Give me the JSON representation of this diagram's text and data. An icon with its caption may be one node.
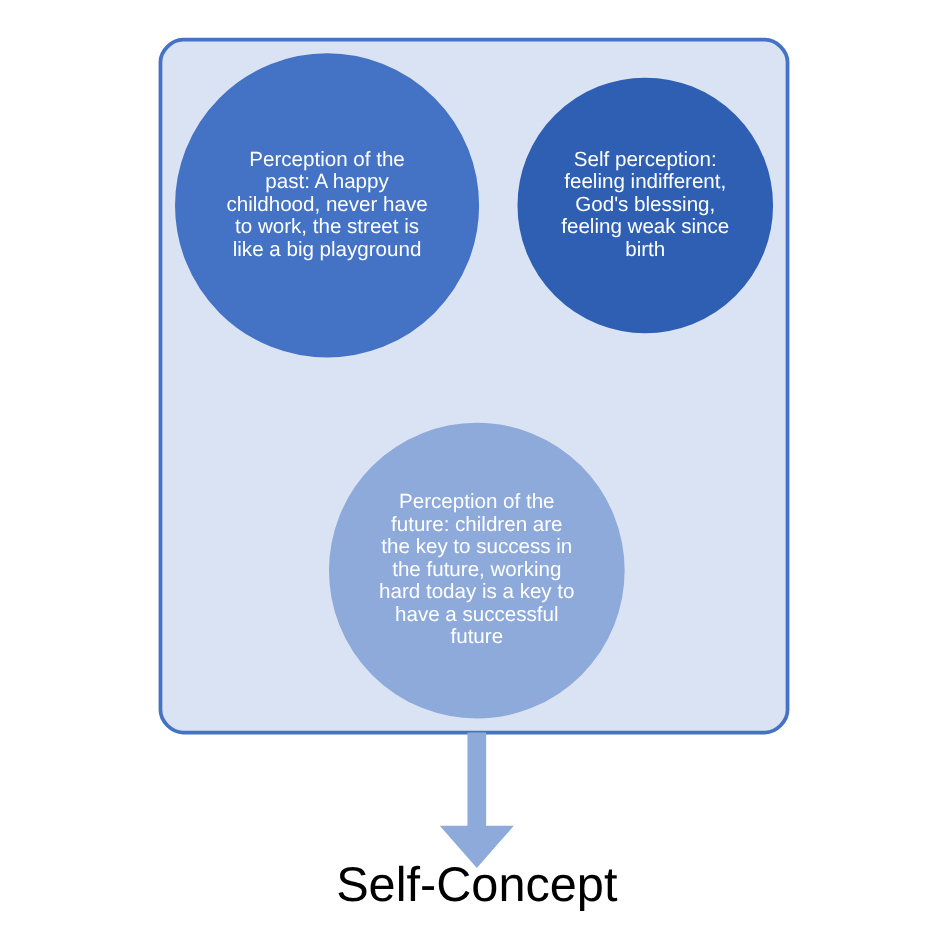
{
  "diagram": {
    "nodes": [
      {
        "text": [],
        "shape": "funnel"
      },
      {
        "text": [
          "Perception of the past: A happy childhood, never have to work, the street is like a big playground"
        ],
        "in": 0
      },
      {
        "text": [
          "Self perception: feeling indifferent, God's blessing, feeling weak since birth"
        ],
        "in": 0
      },
      {
        "text": [
          "Perception of the future: children are the key to success in the future, working hard today is a key to have a successful future"
        ],
        "in": 0
      },
      {
        "text": [
          "Self-Concept"
        ]
      }
    ],
    "edges": [
      {
        "from": 0,
        "to": 4,
        "arrow": "to"
      }
    ]
  }
}
